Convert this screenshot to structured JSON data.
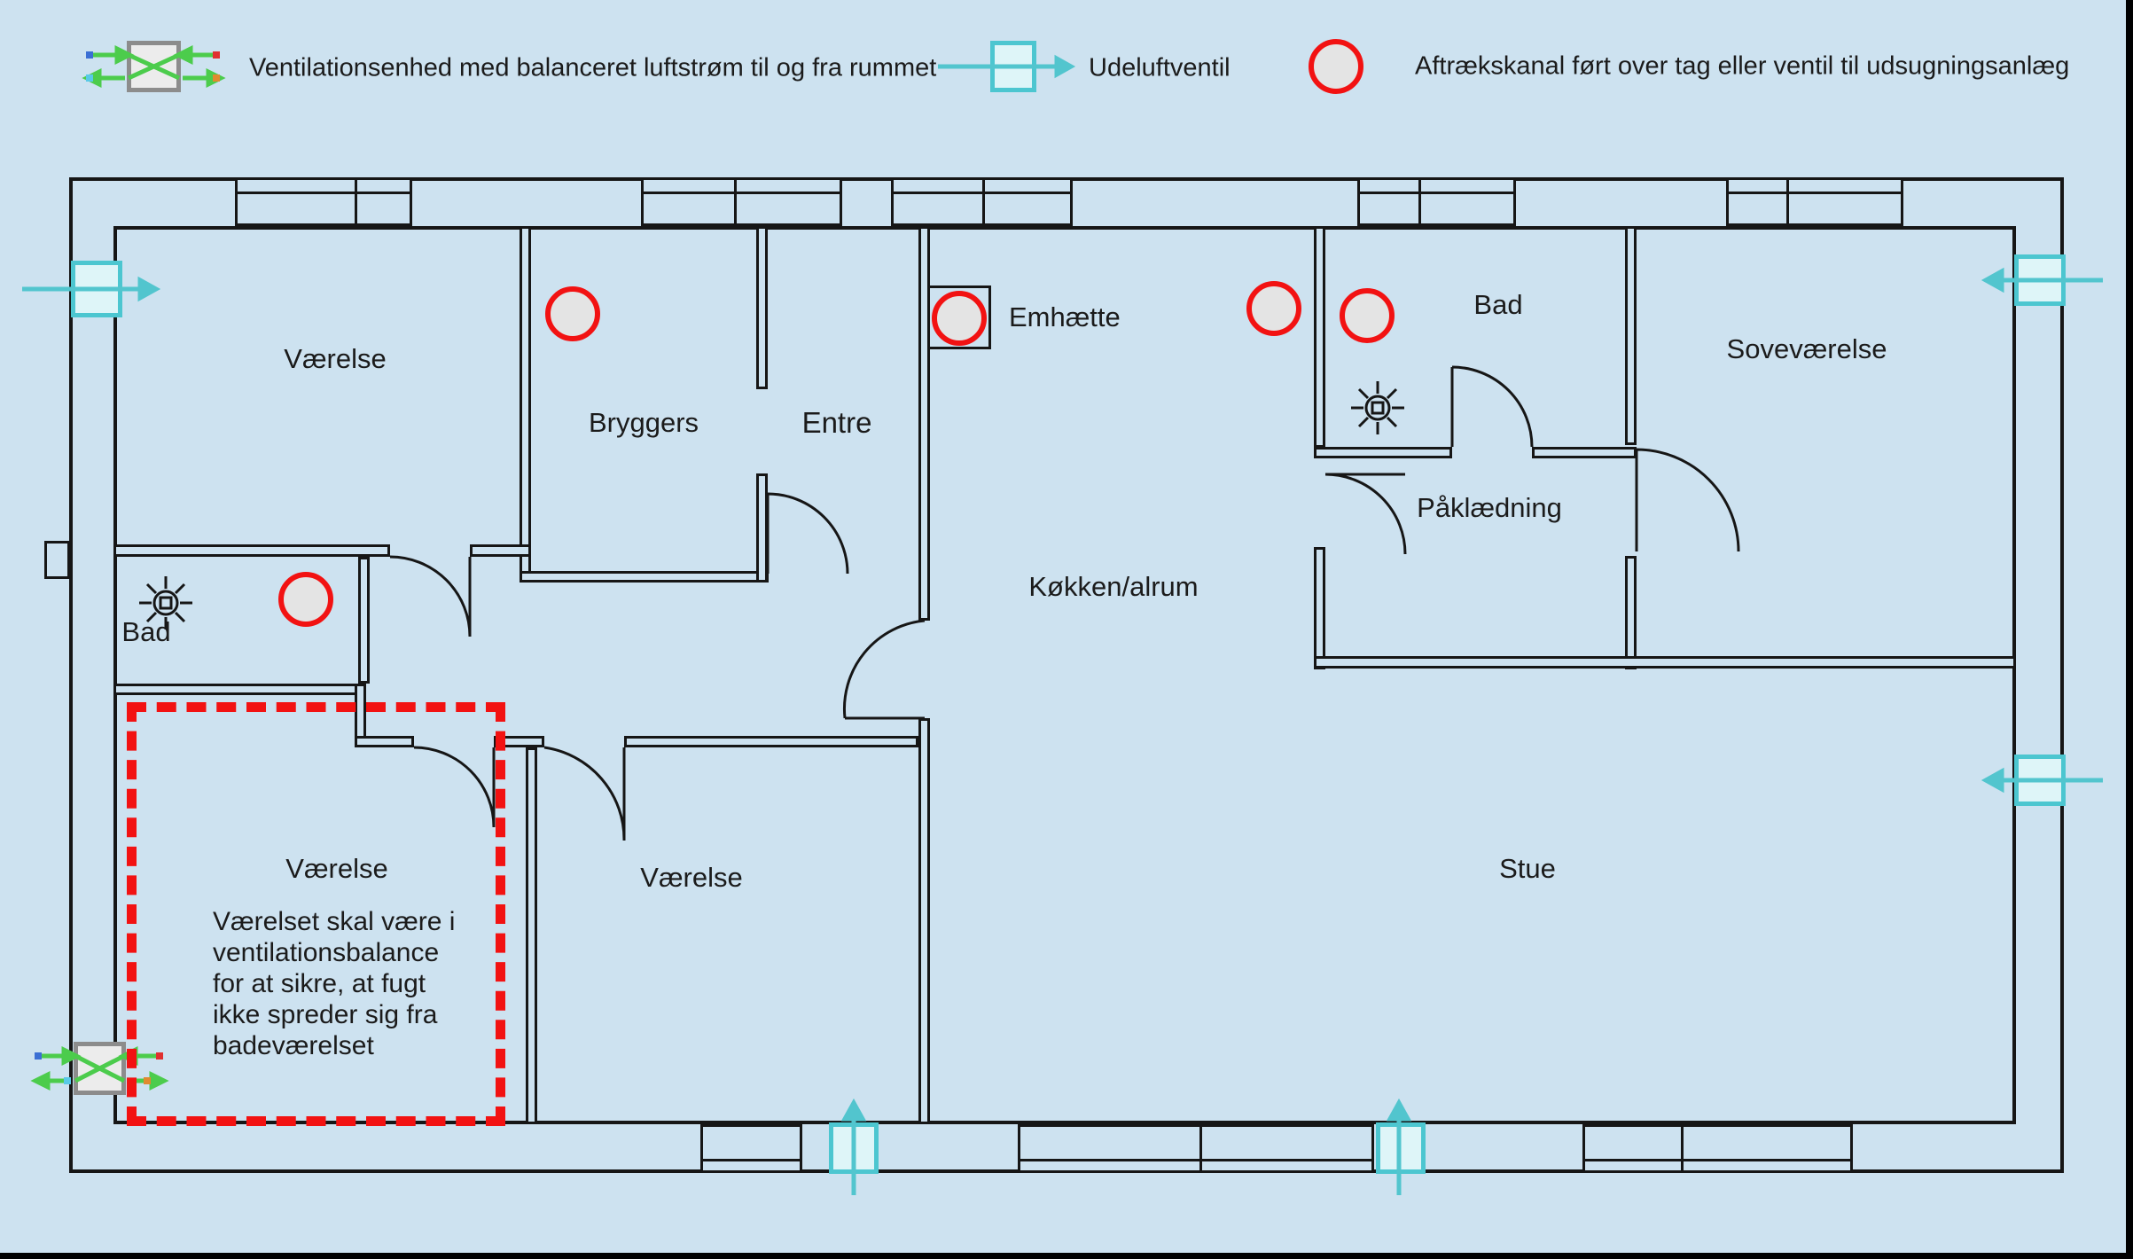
{
  "legend": {
    "items": [
      {
        "icon": "ventilation-unit-icon",
        "label": "Ventilationsenhed med balanceret luftstrøm til og fra rummet"
      },
      {
        "icon": "outdoor-air-valve-icon",
        "label": "Udeluftventil"
      },
      {
        "icon": "exhaust-duct-icon",
        "label": "Aftrækskanal ført over tag eller ventil til udsugningsanlæg"
      }
    ]
  },
  "rooms": {
    "vaerelse_top_left": "Værelse",
    "bryggers": "Bryggers",
    "entre": "Entre",
    "emhaette": "Emhætte",
    "koekken_alrum": "Køkken/alrum",
    "bad_left": "Bad",
    "bad_right": "Bad",
    "sovevaerelse": "Soveværelse",
    "paaklaedning": "Påklædning",
    "stue": "Stue",
    "vaerelse_mid": "Værelse"
  },
  "note": {
    "title": "Værelse",
    "lines": [
      "Værelset skal være i",
      "ventilationsbalance",
      "for at sikre, at fugt",
      "ikke spreder sig fra",
      "badeværelset"
    ]
  },
  "colors": {
    "background": "#cde2f0",
    "wall": "#161616",
    "accent_red": "#f21212",
    "accent_cyan": "#4cc6d0",
    "accent_green": "#4ccc4c"
  }
}
